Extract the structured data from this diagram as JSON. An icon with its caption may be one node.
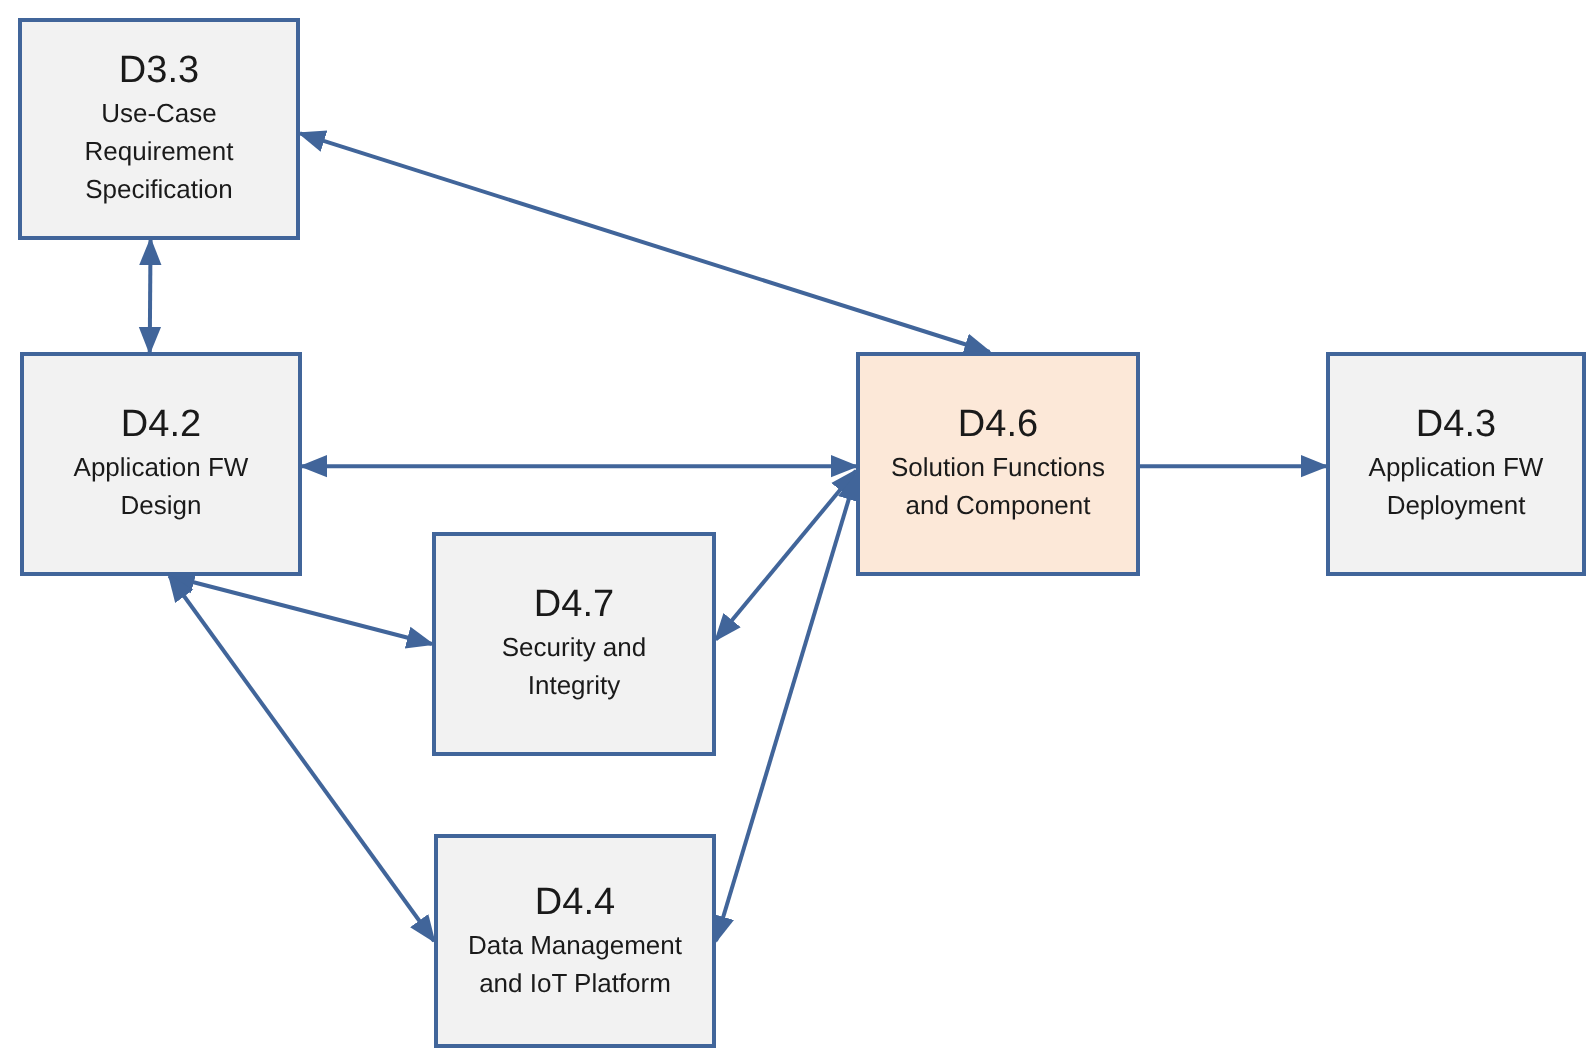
{
  "diagram": {
    "nodes": [
      {
        "text": [
          "D3.3",
          "Use-Case Requirement Specification"
        ]
      },
      {
        "text": [
          "D4.2",
          "Application FW Design"
        ]
      },
      {
        "text": [
          "D4.6",
          "Solution Functions and Component"
        ]
      },
      {
        "text": [
          "D4.3",
          "Application FW Deployment"
        ]
      },
      {
        "text": [
          "D4.7",
          "Security and Integrity"
        ]
      },
      {
        "text": [
          "D4.4",
          "Data Management and IoT Platform"
        ]
      }
    ],
    "edges": [
      {
        "from": 0,
        "to": 1,
        "arrow": "both"
      },
      {
        "from": 0,
        "to": 2,
        "arrow": "both"
      },
      {
        "from": 1,
        "to": 2,
        "arrow": "both"
      },
      {
        "from": 2,
        "to": 3,
        "arrow": "to"
      },
      {
        "from": 1,
        "to": 4,
        "arrow": "both"
      },
      {
        "from": 1,
        "to": 5,
        "arrow": "both"
      },
      {
        "from": 2,
        "to": 4,
        "arrow": "both"
      },
      {
        "from": 2,
        "to": 5,
        "arrow": "both"
      }
    ]
  }
}
